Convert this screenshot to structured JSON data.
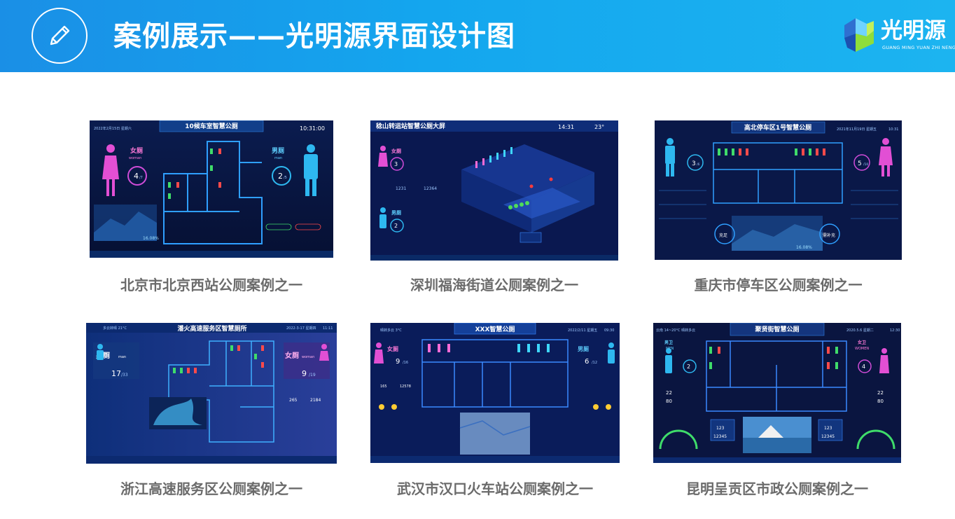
{
  "header": {
    "title": "案例展示——光明源界面设计图",
    "logo_text": "光明源",
    "logo_sub": "GUANG MING YUAN ZHI NENG KE JI",
    "colors": {
      "start": "#1a8fe6",
      "end": "#1cb4f0"
    }
  },
  "cases": [
    {
      "caption": "北京市北京西站公厕案例之一",
      "screen_title": "10候车室智慧公厕",
      "date": "2022年2月15日 星期六",
      "time": "10:31:00",
      "female_label": "女厕",
      "female_en": "woman",
      "female_count": "4",
      "female_total": "/7",
      "male_label": "男厕",
      "male_en": "man",
      "male_count": "2",
      "male_total": "/5",
      "percent": "16.08%"
    },
    {
      "caption": "深圳福海街道公厕案例之一",
      "screen_title": "稔山转运站智慧公厕大屏",
      "time": "14:31",
      "temp": "23°",
      "female_label": "女厕",
      "female_count": "3",
      "male_label": "男厕",
      "male_count": "2",
      "stat_a": "1231",
      "stat_b": "12364"
    },
    {
      "caption": "重庆市停车区公厕案例之一",
      "screen_title": "高北停车区1号智慧公厕",
      "date": "2021年11月19日 星期五",
      "time": "10:31",
      "male_count": "3",
      "male_total": "/6",
      "female_count": "5",
      "female_total": "/10",
      "percent": "16.08%",
      "btn_a": "充足",
      "btn_b": "需补充"
    },
    {
      "caption": "浙江高速服务区公厕案例之一",
      "screen_title": "潘火高速服务区智慧厕所",
      "weather": "多云转晴 21°C",
      "date": "2022-3-17 星期四",
      "time": "11:11",
      "male_label": "男厕",
      "male_en": "man",
      "male_count": "17",
      "male_total": "/33",
      "female_label": "女厕",
      "female_en": "woman",
      "female_count": "9",
      "female_total": "/19",
      "stat_a": "265",
      "stat_b": "2184"
    },
    {
      "caption": "武汉市汉口火车站公厕案例之一",
      "screen_title": "XXX智慧公厕",
      "weather": "晴转多云 3°C",
      "date": "2022/2/11 星期五",
      "time": "09:30",
      "female_label": "女厕",
      "female_count": "9",
      "female_total": "/16",
      "male_label": "男厕",
      "male_count": "6",
      "male_total": "/12",
      "stat_a": "165",
      "stat_b": "12578"
    },
    {
      "caption": "昆明呈贡区市政公厕案例之一",
      "screen_title": "聚贤街智慧公厕",
      "weather": "云南 14~20°C 晴转多云",
      "date": "2020.5.6 星期二",
      "time": "12:30",
      "male_label": "男卫",
      "male_en": "MEN",
      "male_count": "2",
      "female_label": "女卫",
      "female_en": "WOMEN",
      "female_count": "4",
      "stat_a": "123",
      "stat_b": "12345",
      "temp_val": "22",
      "hum_val": "80"
    }
  ]
}
